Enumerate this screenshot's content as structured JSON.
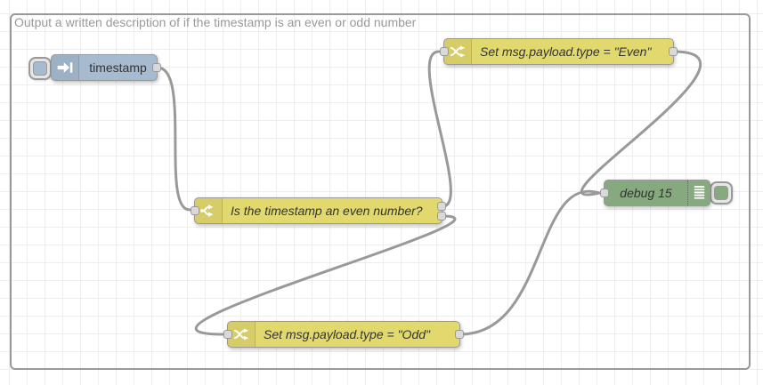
{
  "workspace": {
    "background": "#ffffff",
    "grid_color": "#eeeeee",
    "grid_size": 20,
    "wire_color": "#999999",
    "port_color": "#d9d9d9"
  },
  "group": {
    "label": "Output a written description of if the timestamp is an even or odd number",
    "border_color": "#999999",
    "label_color": "#999999"
  },
  "nodes": [
    {
      "type": "inject",
      "label": "timestamp",
      "color": "#a6bbcf",
      "outputs": 1,
      "has_button": true
    },
    {
      "type": "switch",
      "label": "Is the timestamp an even number?",
      "color": "#e2d96e",
      "outputs": 2
    },
    {
      "type": "change",
      "label": "Set msg.payload.type = \"Even\"",
      "color": "#e2d96e",
      "outputs": 1
    },
    {
      "type": "change",
      "label": "Set msg.payload.type = \"Odd\"",
      "color": "#e2d96e",
      "outputs": 1
    },
    {
      "type": "debug",
      "label": "debug 15",
      "color": "#87a980",
      "outputs": 0,
      "has_button": true
    }
  ],
  "icons": {
    "inject": "inject-arrow-icon",
    "switch": "switch-fork-icon",
    "change": "shuffle-icon",
    "debug": "debug-lines-icon"
  },
  "wires": [
    {
      "from": "timestamp",
      "to": "Is the timestamp an even number?"
    },
    {
      "from": "Is the timestamp an even number? (output 1)",
      "to": "Set msg.payload.type = \"Even\""
    },
    {
      "from": "Is the timestamp an even number? (output 2)",
      "to": "Set msg.payload.type = \"Odd\""
    },
    {
      "from": "Set msg.payload.type = \"Even\"",
      "to": "debug 15"
    },
    {
      "from": "Set msg.payload.type = \"Odd\"",
      "to": "debug 15"
    }
  ]
}
